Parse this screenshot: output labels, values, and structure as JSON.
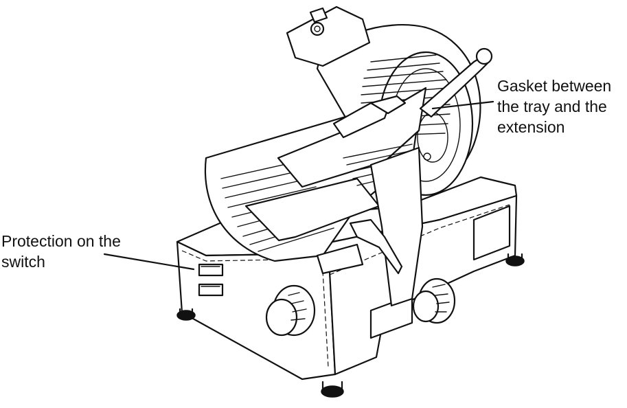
{
  "diagram": {
    "labels": {
      "gasket": [
        "Gasket between",
        "the tray and the",
        "extension"
      ],
      "switch": [
        "Protection on the",
        "switch"
      ]
    }
  }
}
